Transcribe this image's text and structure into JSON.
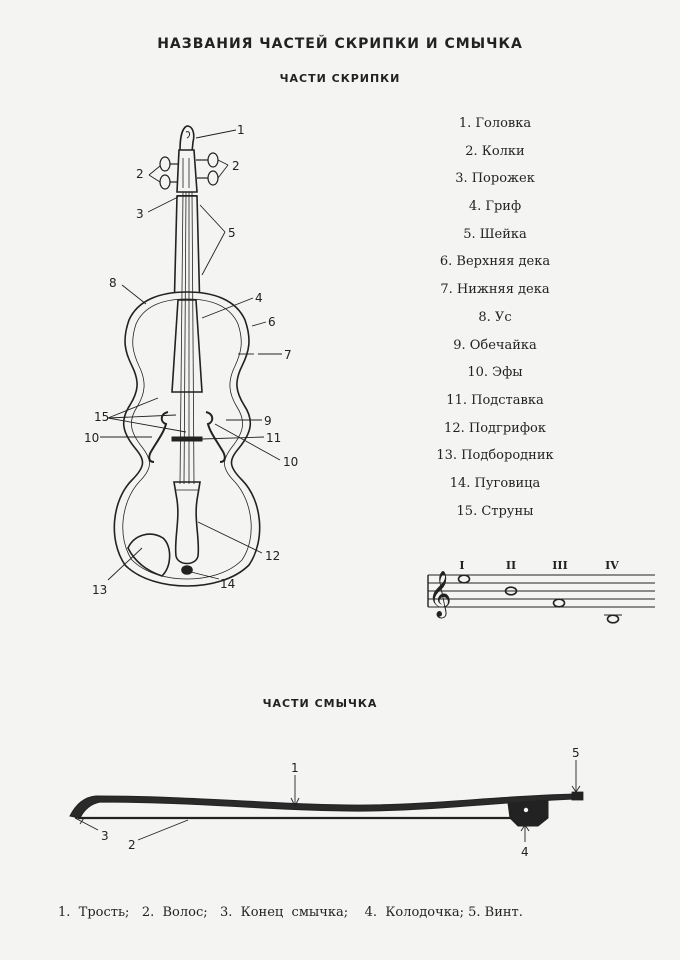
{
  "title": "НАЗВАНИЯ ЧАСТЕЙ СКРИПКИ  И СМЫЧКА",
  "violin_section_title": "ЧАСТИ СКРИПКИ",
  "violin_parts": [
    "1.  Головка",
    "2. Колки",
    "3. Порожек",
    "4. Гриф",
    "5. Шейка",
    "6. Верхняя дека",
    "7. Нижняя дека",
    "8. Ус",
    "9. Обечайка",
    "10. Эфы",
    "11. Подставка",
    "12. Подгрифок",
    "13. Подбородник",
    "14. Пуговица",
    "15. Струны"
  ],
  "diagram_callouts": [
    "1",
    "2",
    "2",
    "3",
    "5",
    "8",
    "4",
    "6",
    "7",
    "15",
    "9",
    "10",
    "11",
    "10",
    "12",
    "13",
    "14"
  ],
  "string_numerals": [
    "I",
    "II",
    "III",
    "IV"
  ],
  "bow_section_title": "ЧАСТИ СМЫЧКА",
  "bow_callouts": [
    "1",
    "2",
    "3",
    "4",
    "5"
  ],
  "bow_parts_caption": "1.  Трость;   2.  Волос;   3.  Конец  смычка;    4.  Колодочка; 5. Винт."
}
